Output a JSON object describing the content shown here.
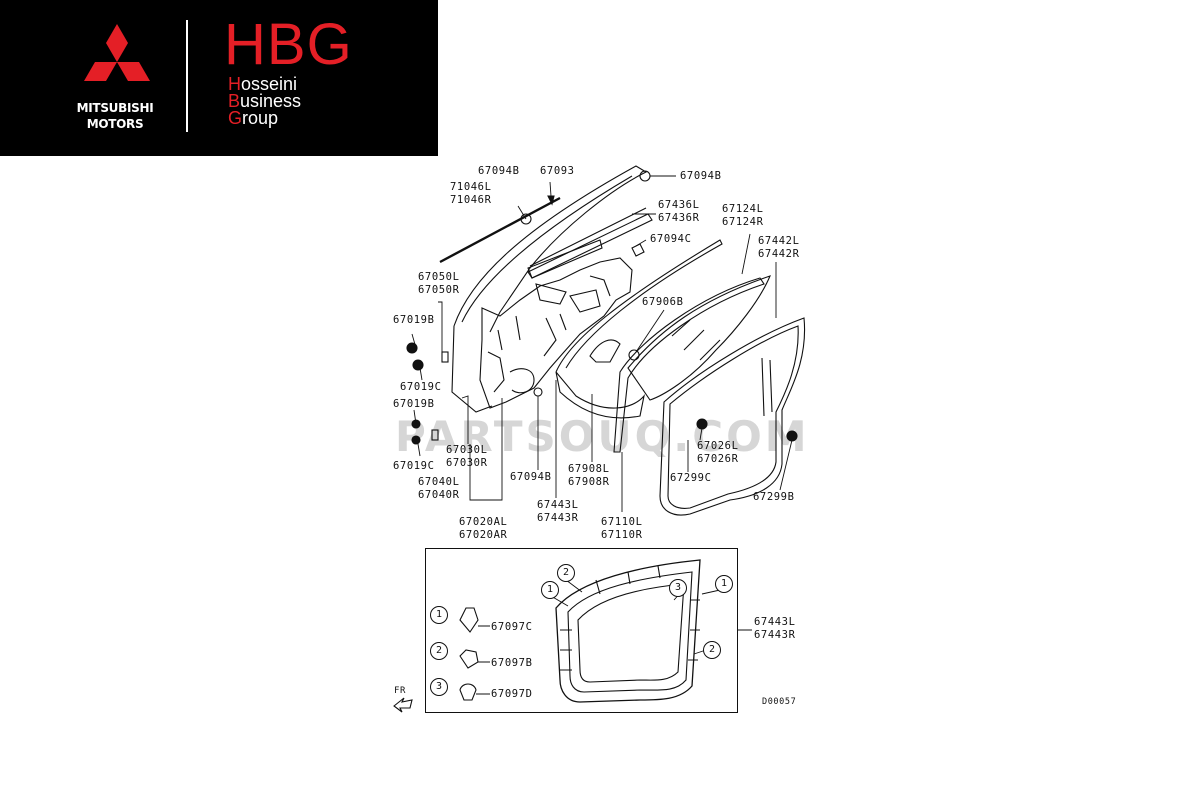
{
  "branding": {
    "mitsubishi_line1": "MITSUBISHI",
    "mitsubishi_line2": "MOTORS",
    "hbg_title": "HBG",
    "hbg_line1_cap": "H",
    "hbg_line1_rest": "osseini",
    "hbg_line2_cap": "B",
    "hbg_line2_rest": "usiness",
    "hbg_line3_cap": "G",
    "hbg_line3_rest": "roup",
    "accent_color": "#e41f26",
    "banner_color": "#000000"
  },
  "watermark": "PARTSOUQ.COM",
  "labels": {
    "p67094b_top": "67094B",
    "p67093": "67093",
    "p67094b_right": "67094B",
    "p71046l": "71046L",
    "p71046r": "71046R",
    "p67436l": "67436L",
    "p67436r": "67436R",
    "p67124l": "67124L",
    "p67124r": "67124R",
    "p67094c": "67094C",
    "p67442l": "67442L",
    "p67442r": "67442R",
    "p67050l": "67050L",
    "p67050r": "67050R",
    "p67906b": "67906B",
    "p67019b_1": "67019B",
    "p67019c_1": "67019C",
    "p67019b_2": "67019B",
    "p67030l": "67030L",
    "p67030r": "67030R",
    "p67019c_2": "67019C",
    "p67040l": "67040L",
    "p67040r": "67040R",
    "p67094b_bottom": "67094B",
    "p67908l": "67908L",
    "p67908r": "67908R",
    "p67026l": "67026L",
    "p67026r": "67026R",
    "p67299c": "67299C",
    "p67299b": "67299B",
    "p67443l": "67443L",
    "p67443r": "67443R",
    "p67110l": "67110L",
    "p67110r": "67110R",
    "p67020al": "67020AL",
    "p67020ar": "67020AR"
  },
  "detail": {
    "clip_1_num": "1",
    "clip_1_part": "67097C",
    "clip_2_num": "2",
    "clip_2_part": "67097B",
    "clip_3_num": "3",
    "clip_3_part": "67097D",
    "callout_2_top": "2",
    "callout_1_left": "1",
    "callout_3": "3",
    "callout_1_right": "1",
    "callout_2_right": "2",
    "weatherstrip_l": "67443L",
    "weatherstrip_r": "67443R",
    "fr_label": "FR",
    "diagram_code": "D00057"
  }
}
